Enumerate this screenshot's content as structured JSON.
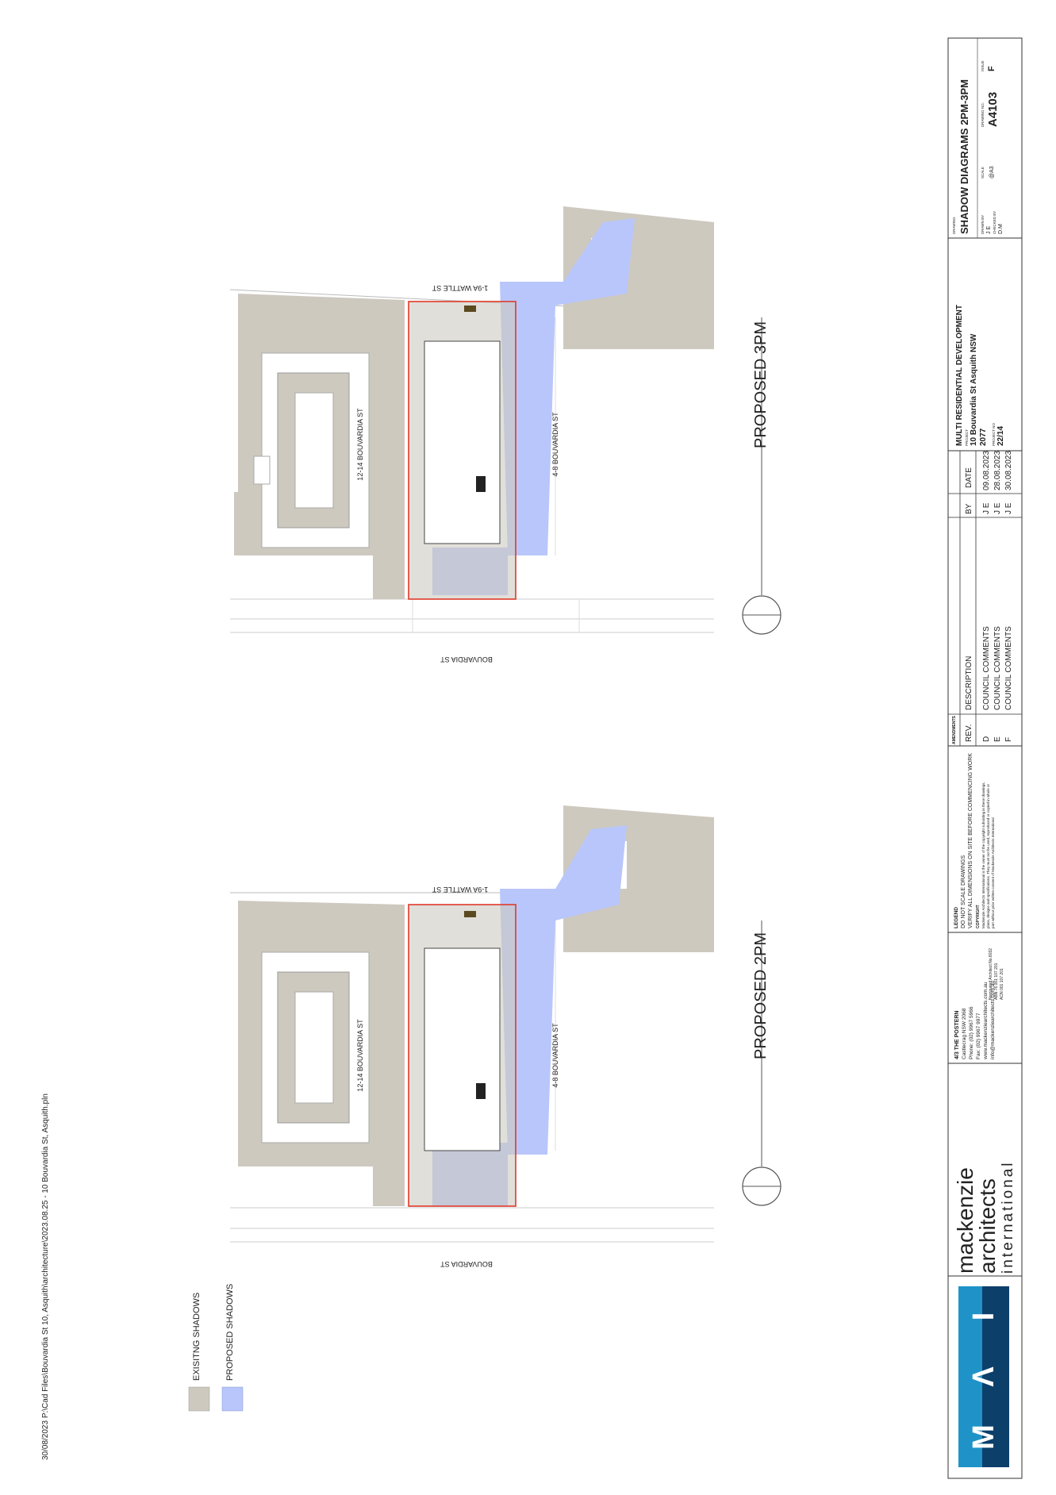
{
  "plot_path": "30/08/2023 P:\\Cad Files\\Bouvardia St 10, Asquith\\architecture\\2023.08.25 - 10 Bouvardia St, Asquith.pln",
  "colors": {
    "existing_shadow": "#cdc9bf",
    "proposed_shadow": "#b9c6fb",
    "site_boundary": "#e03a2a",
    "logo_light_blue": "#1f93c8",
    "logo_dark_blue": "#0d3f6b"
  },
  "legend": {
    "existing": "EXISITNG SHADOWS",
    "proposed": "PROPOSED SHADOWS"
  },
  "diagrams": [
    {
      "title": "PROPOSED 2PM",
      "street_bouvardia": "BOUVARDIA ST",
      "street_wattle": "1-9A WATTLE ST",
      "lot_north": "12-14 BOUVARDIA ST",
      "lot_south": "4-8 BOUVARDIA ST"
    },
    {
      "title": "PROPOSED 3PM",
      "street_bouvardia": "BOUVARDIA ST",
      "street_wattle": "1-9A WATTLE ST",
      "lot_north": "12-14 BOUVARDIA ST",
      "lot_south": "4-8 BOUVARDIA ST"
    }
  ],
  "title_block": {
    "logo_letters": [
      "M",
      "Λ",
      "I"
    ],
    "firm_line1": "mackenzie",
    "firm_line2": "architects",
    "firm_line3": "international",
    "address": {
      "line1": "4/3 THE POSTERN",
      "line2": "Castlecrag NSW 2068",
      "line3": "Phone: (02) 9967 5966",
      "line4": "Fax: (02) 9967 9977",
      "line5": "www.mackenziearchitects.com.au",
      "line6": "info@mackenziearchitects.com.au",
      "reg1": "Nominated Architect No.8032",
      "reg2": "ABN 76 001 107 201",
      "reg3": "ACN 001 107 201"
    },
    "legend_head": "LEGEND",
    "notes": {
      "line1": "DO NOT SCALE DRAWINGS",
      "line2": "VERIFY ALL DIMENSIONS ON SITE BEFORE COMMENCING WORK",
      "copyright_head": "COPYRIGHT",
      "copyright1": "Mackenzie Architects International is the owner of the copyright subsisting in these drawings,",
      "copyright2": "plans, designs and specifications. They must not be used, reproduced or copied in whole or",
      "copyright3": "part without prior written consent of Mackenzie Architects International"
    },
    "amendments": {
      "label": "AMENDMENTS",
      "headers": {
        "rev": "REV.",
        "desc": "DESCRIPTION",
        "by": "BY",
        "date": "DATE"
      },
      "rows": [
        {
          "rev": "D",
          "desc": "COUNCIL COMMENTS",
          "by": "J E",
          "date": "09.08.2023"
        },
        {
          "rev": "E",
          "desc": "COUNCIL COMMENTS",
          "by": "J E",
          "date": "28.08.2023"
        },
        {
          "rev": "F",
          "desc": "COUNCIL COMMENTS",
          "by": "J E",
          "date": "30.08.2023"
        }
      ]
    },
    "project": {
      "name": "MULTI RESIDENTIAL DEVELOPMENT",
      "label": "PROJECT",
      "address1": "10 Bouvardia St Asquith NSW",
      "address2": "2077",
      "no_label": "PROJECT NO",
      "no": "22/14"
    },
    "drawing": {
      "label": "DRAWING",
      "title": "SHADOW DIAGRAMS 2PM-3PM",
      "drawn_label": "DRAWN BY",
      "drawn": "J E",
      "checked_label": "CHECKED BY",
      "checked": "D.M",
      "scale_label": "SCALE",
      "scale": "@A3",
      "no_label": "DRAWING NO.",
      "no": "A4103",
      "issue_label": "ISSUE",
      "issue": "F"
    }
  }
}
